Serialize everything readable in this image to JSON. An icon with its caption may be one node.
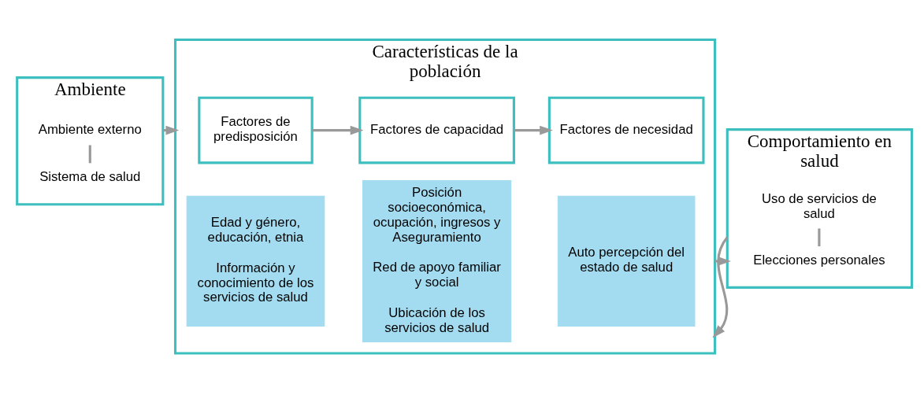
{
  "diagram": {
    "nodes": [
      {
        "text": [
          "Ambiente"
        ]
      },
      {
        "text": [
          "Sistema de salud"
        ],
        "in": 0
      },
      {
        "text": [
          "Ambiente externo"
        ],
        "in": 0
      },
      {
        "text": [
          "Características de la población"
        ]
      },
      {
        "text": [
          "Factores de predisposición"
        ],
        "in": 3
      },
      {
        "text": [
          "Factores de capacidad"
        ],
        "in": 3
      },
      {
        "text": [
          "Factores de necesidad"
        ],
        "in": 3
      },
      {
        "text": [
          "Edad y género, educación, etnia",
          "Información y conocimiento de los servicios de salud"
        ],
        "in": 3
      },
      {
        "text": [
          "Posición socioeconómica, ocupación, ingresos y Aseguramiento",
          "Red de apoyo familiar y social",
          "Ubicación de los servicios de salud"
        ],
        "in": 3
      },
      {
        "text": [
          "Auto percepción del estado de salud"
        ],
        "in": 3
      },
      {
        "text": [
          "Comportamiento en salud"
        ]
      },
      {
        "text": [
          "Elecciones personales"
        ],
        "in": 10
      },
      {
        "text": [
          "Uso de servicios de salud"
        ],
        "in": 10
      }
    ],
    "edges": [
      {
        "from": 1,
        "to": 2,
        "arrow": "none"
      },
      {
        "from": 0,
        "to": 3,
        "arrow": "to"
      },
      {
        "from": 4,
        "to": 5,
        "arrow": "to"
      },
      {
        "from": 5,
        "to": 6,
        "arrow": "to"
      },
      {
        "from": 3,
        "to": 10,
        "arrow": "to"
      },
      {
        "from": 11,
        "to": 12,
        "arrow": "none"
      },
      {
        "from": 10,
        "to": 3,
        "arrow": "to"
      }
    ]
  }
}
